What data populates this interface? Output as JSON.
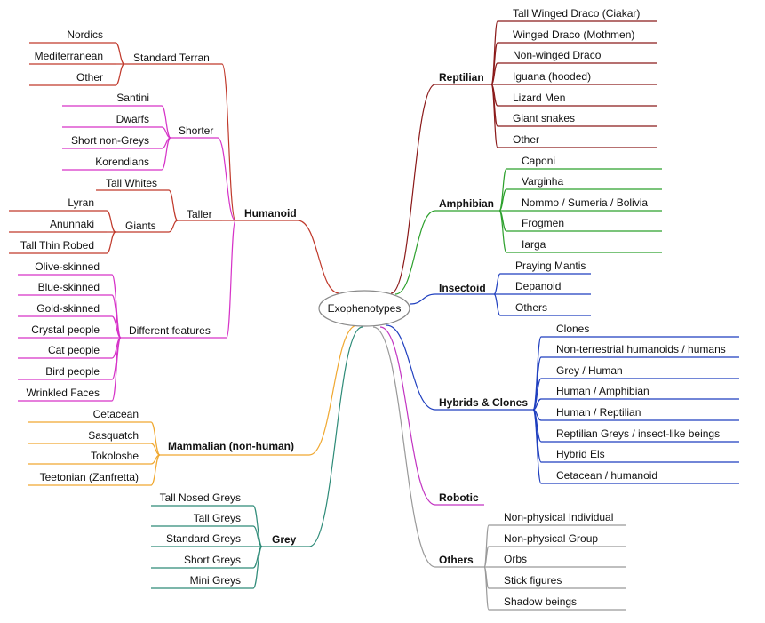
{
  "center": {
    "label": "Exophenotypes"
  },
  "colors": {
    "humanoid": "#c0392b",
    "humanoid_shorter": "#d633c8",
    "humanoid_different": "#d633c8",
    "mammalian": "#f0a830",
    "grey": "#2e8b78",
    "reptilian": "#8b1a1a",
    "amphibian": "#2ca02c",
    "insectoid": "#1f3fbf",
    "hybrids": "#1f3fbf",
    "robotic": "#c233c2",
    "others": "#999999"
  },
  "branches": {
    "humanoid": {
      "label": "Humanoid",
      "standard_terran": {
        "label": "Standard Terran",
        "items": [
          "Nordics",
          "Mediterranean",
          "Other"
        ]
      },
      "shorter": {
        "label": "Shorter",
        "items": [
          "Santini",
          "Dwarfs",
          "Short non-Greys",
          "Korendians"
        ]
      },
      "taller": {
        "label": "Taller",
        "tall_whites": "Tall Whites",
        "giants": {
          "label": "Giants",
          "items": [
            "Lyran",
            "Anunnaki",
            "Tall Thin Robed"
          ]
        }
      },
      "different": {
        "label": "Different features",
        "items": [
          "Olive-skinned",
          "Blue-skinned",
          "Gold-skinned",
          "Crystal people",
          "Cat people",
          "Bird people",
          "Wrinkled Faces"
        ]
      }
    },
    "mammalian": {
      "label": "Mammalian (non-human)",
      "items": [
        "Cetacean",
        "Sasquatch",
        "Tokoloshe",
        "Teetonian (Zanfretta)"
      ]
    },
    "grey": {
      "label": "Grey",
      "items": [
        "Tall Nosed Greys",
        "Tall Greys",
        "Standard Greys",
        "Short Greys",
        "Mini Greys"
      ]
    },
    "reptilian": {
      "label": "Reptilian",
      "items": [
        "Tall Winged Draco (Ciakar)",
        "Winged Draco (Mothmen)",
        "Non-winged Draco",
        "Iguana (hooded)",
        "Lizard Men",
        "Giant snakes",
        "Other"
      ]
    },
    "amphibian": {
      "label": "Amphibian",
      "items": [
        "Caponi",
        "Varginha",
        "Nommo / Sumeria / Bolivia",
        "Frogmen",
        "Iarga"
      ]
    },
    "insectoid": {
      "label": "Insectoid",
      "items": [
        "Praying Mantis",
        "Depanoid",
        "Others"
      ]
    },
    "hybrids": {
      "label": "Hybrids & Clones",
      "items": [
        "Clones",
        "Non-terrestrial humanoids / humans",
        "Grey / Human",
        "Human / Amphibian",
        "Human / Reptilian",
        "Reptilian Greys / insect-like beings",
        "Hybrid Els",
        "Cetacean / humanoid"
      ]
    },
    "robotic": {
      "label": "Robotic"
    },
    "others": {
      "label": "Others",
      "items": [
        "Non-physical Individual",
        "Non-physical Group",
        "Orbs",
        "Stick figures",
        "Shadow beings"
      ]
    }
  }
}
